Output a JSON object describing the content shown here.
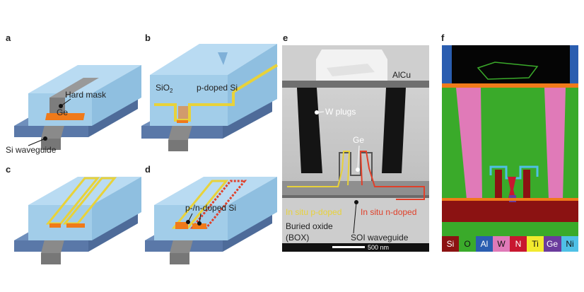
{
  "panels": {
    "a": {
      "label": "a",
      "hard_mask": "Hard mask",
      "ge": "Ge",
      "si_waveguide": "Si waveguide"
    },
    "b": {
      "label": "b",
      "sio2_main": "SiO",
      "sio2_sub": "2",
      "p_doped": "p-doped Si"
    },
    "c": {
      "label": "c"
    },
    "d": {
      "label": "d",
      "pn_doped": "p-/n-doped Si"
    },
    "e": {
      "label": "e",
      "alcu": "AlCu",
      "w_plugs": "W plugs",
      "ge": "Ge",
      "p_doped": "In situ p-doped",
      "n_doped": "In situ n-doped",
      "box_line1": "Buried oxide",
      "box_line2": "(BOX)",
      "soi": "SOI waveguide",
      "scale": "500 nm"
    },
    "f": {
      "label": "f"
    }
  },
  "legend": [
    {
      "text": "Si",
      "bg": "#8b1212",
      "fg": "#ffffff"
    },
    {
      "text": "O",
      "bg": "#3aaa2a",
      "fg": "#111111"
    },
    {
      "text": "Al",
      "bg": "#2a5db0",
      "fg": "#ffffff"
    },
    {
      "text": "W",
      "bg": "#e07ab8",
      "fg": "#111111"
    },
    {
      "text": "N",
      "bg": "#c8172f",
      "fg": "#ffffff"
    },
    {
      "text": "Ti",
      "bg": "#f2ea2e",
      "fg": "#111111"
    },
    {
      "text": "Ge",
      "bg": "#6a3b9c",
      "fg": "#ffffff"
    },
    {
      "text": "Ni",
      "bg": "#4fc0e6",
      "fg": "#111111"
    }
  ],
  "colors": {
    "oxide": "#a8d0ec",
    "substrate": "#6f8fbc",
    "silicon_grey": "#8a8a8a",
    "germanium": "#f07a1a",
    "p_doped_outline": "#e8d23a",
    "n_doped_outline": "#e0402a"
  }
}
